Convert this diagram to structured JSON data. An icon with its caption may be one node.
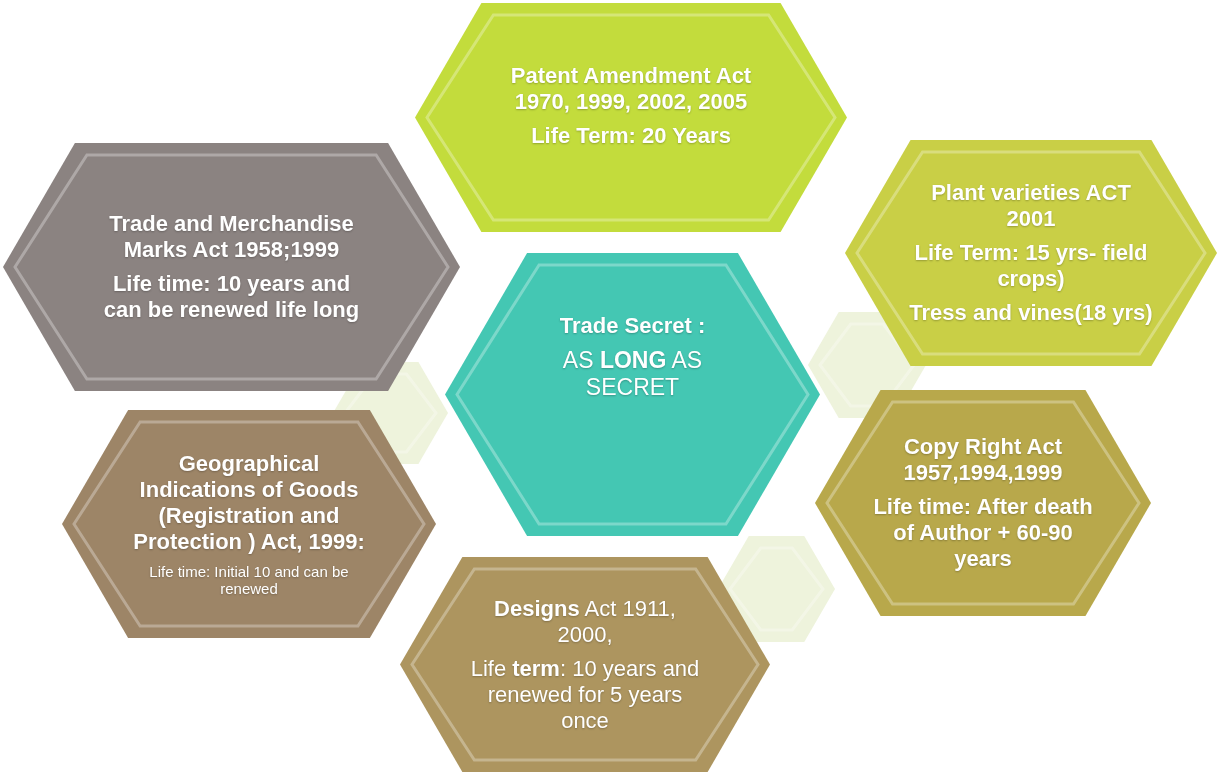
{
  "diagram": {
    "nodes": [
      {
        "text": [
          "Patent Amendment Act 1970, 1999, 2002, 2005",
          "Life Term:  20 Years"
        ]
      },
      {
        "text": [
          "Trade and Merchandise Marks Act 1958;1999",
          "Life time: 10 years and can be renewed life long"
        ]
      },
      {
        "text": [
          "Plant varieties ACT 2001",
          "Life Term: 15 yrs- field crops)",
          "Tress and vines(18 yrs)"
        ]
      },
      {
        "text": [
          "Trade Secret :",
          "AS **LONG** AS SECRET"
        ]
      },
      {
        "text": [
          "Geographical Indications of Goods (Registration and Protection ) Act, 1999:",
          "Life time: Initial 10 and can be renewed"
        ]
      },
      {
        "text": [
          "Copy Right Act 1957,1994,1999",
          "Life time: After death of Author + 60-90 years"
        ]
      },
      {
        "text": [
          "**Designs** Act 1911, 2000,",
          "Life **term**:  10 years and renewed for 5 years once"
        ]
      },
      {
        "text": [],
        "shape": "hexagon"
      },
      {
        "text": [],
        "shape": "hexagon"
      },
      {
        "text": [],
        "shape": "hexagon"
      }
    ]
  }
}
